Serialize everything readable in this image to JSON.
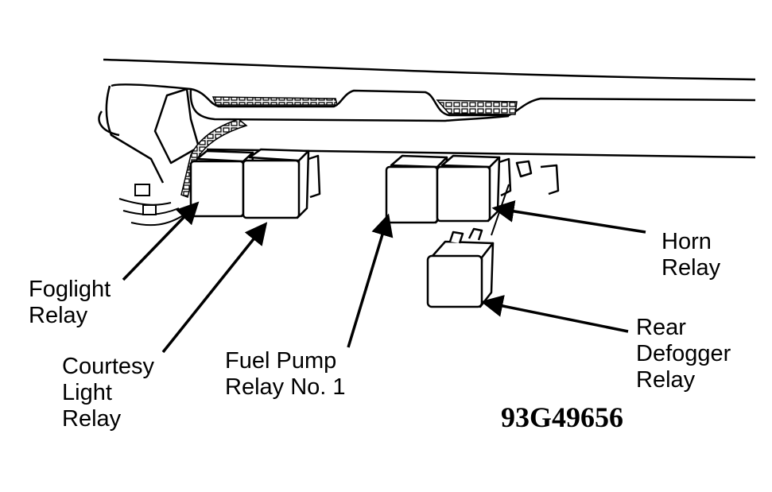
{
  "labels": {
    "foglight": [
      "Foglight",
      "Relay"
    ],
    "courtesy": [
      "Courtesy",
      "Light",
      "Relay"
    ],
    "fuelpump": [
      "Fuel Pump",
      "Relay No. 1"
    ],
    "horn": [
      "Horn",
      "Relay"
    ],
    "defogger": [
      "Rear",
      "Defogger",
      "Relay"
    ]
  },
  "figure_id": "93G49656"
}
